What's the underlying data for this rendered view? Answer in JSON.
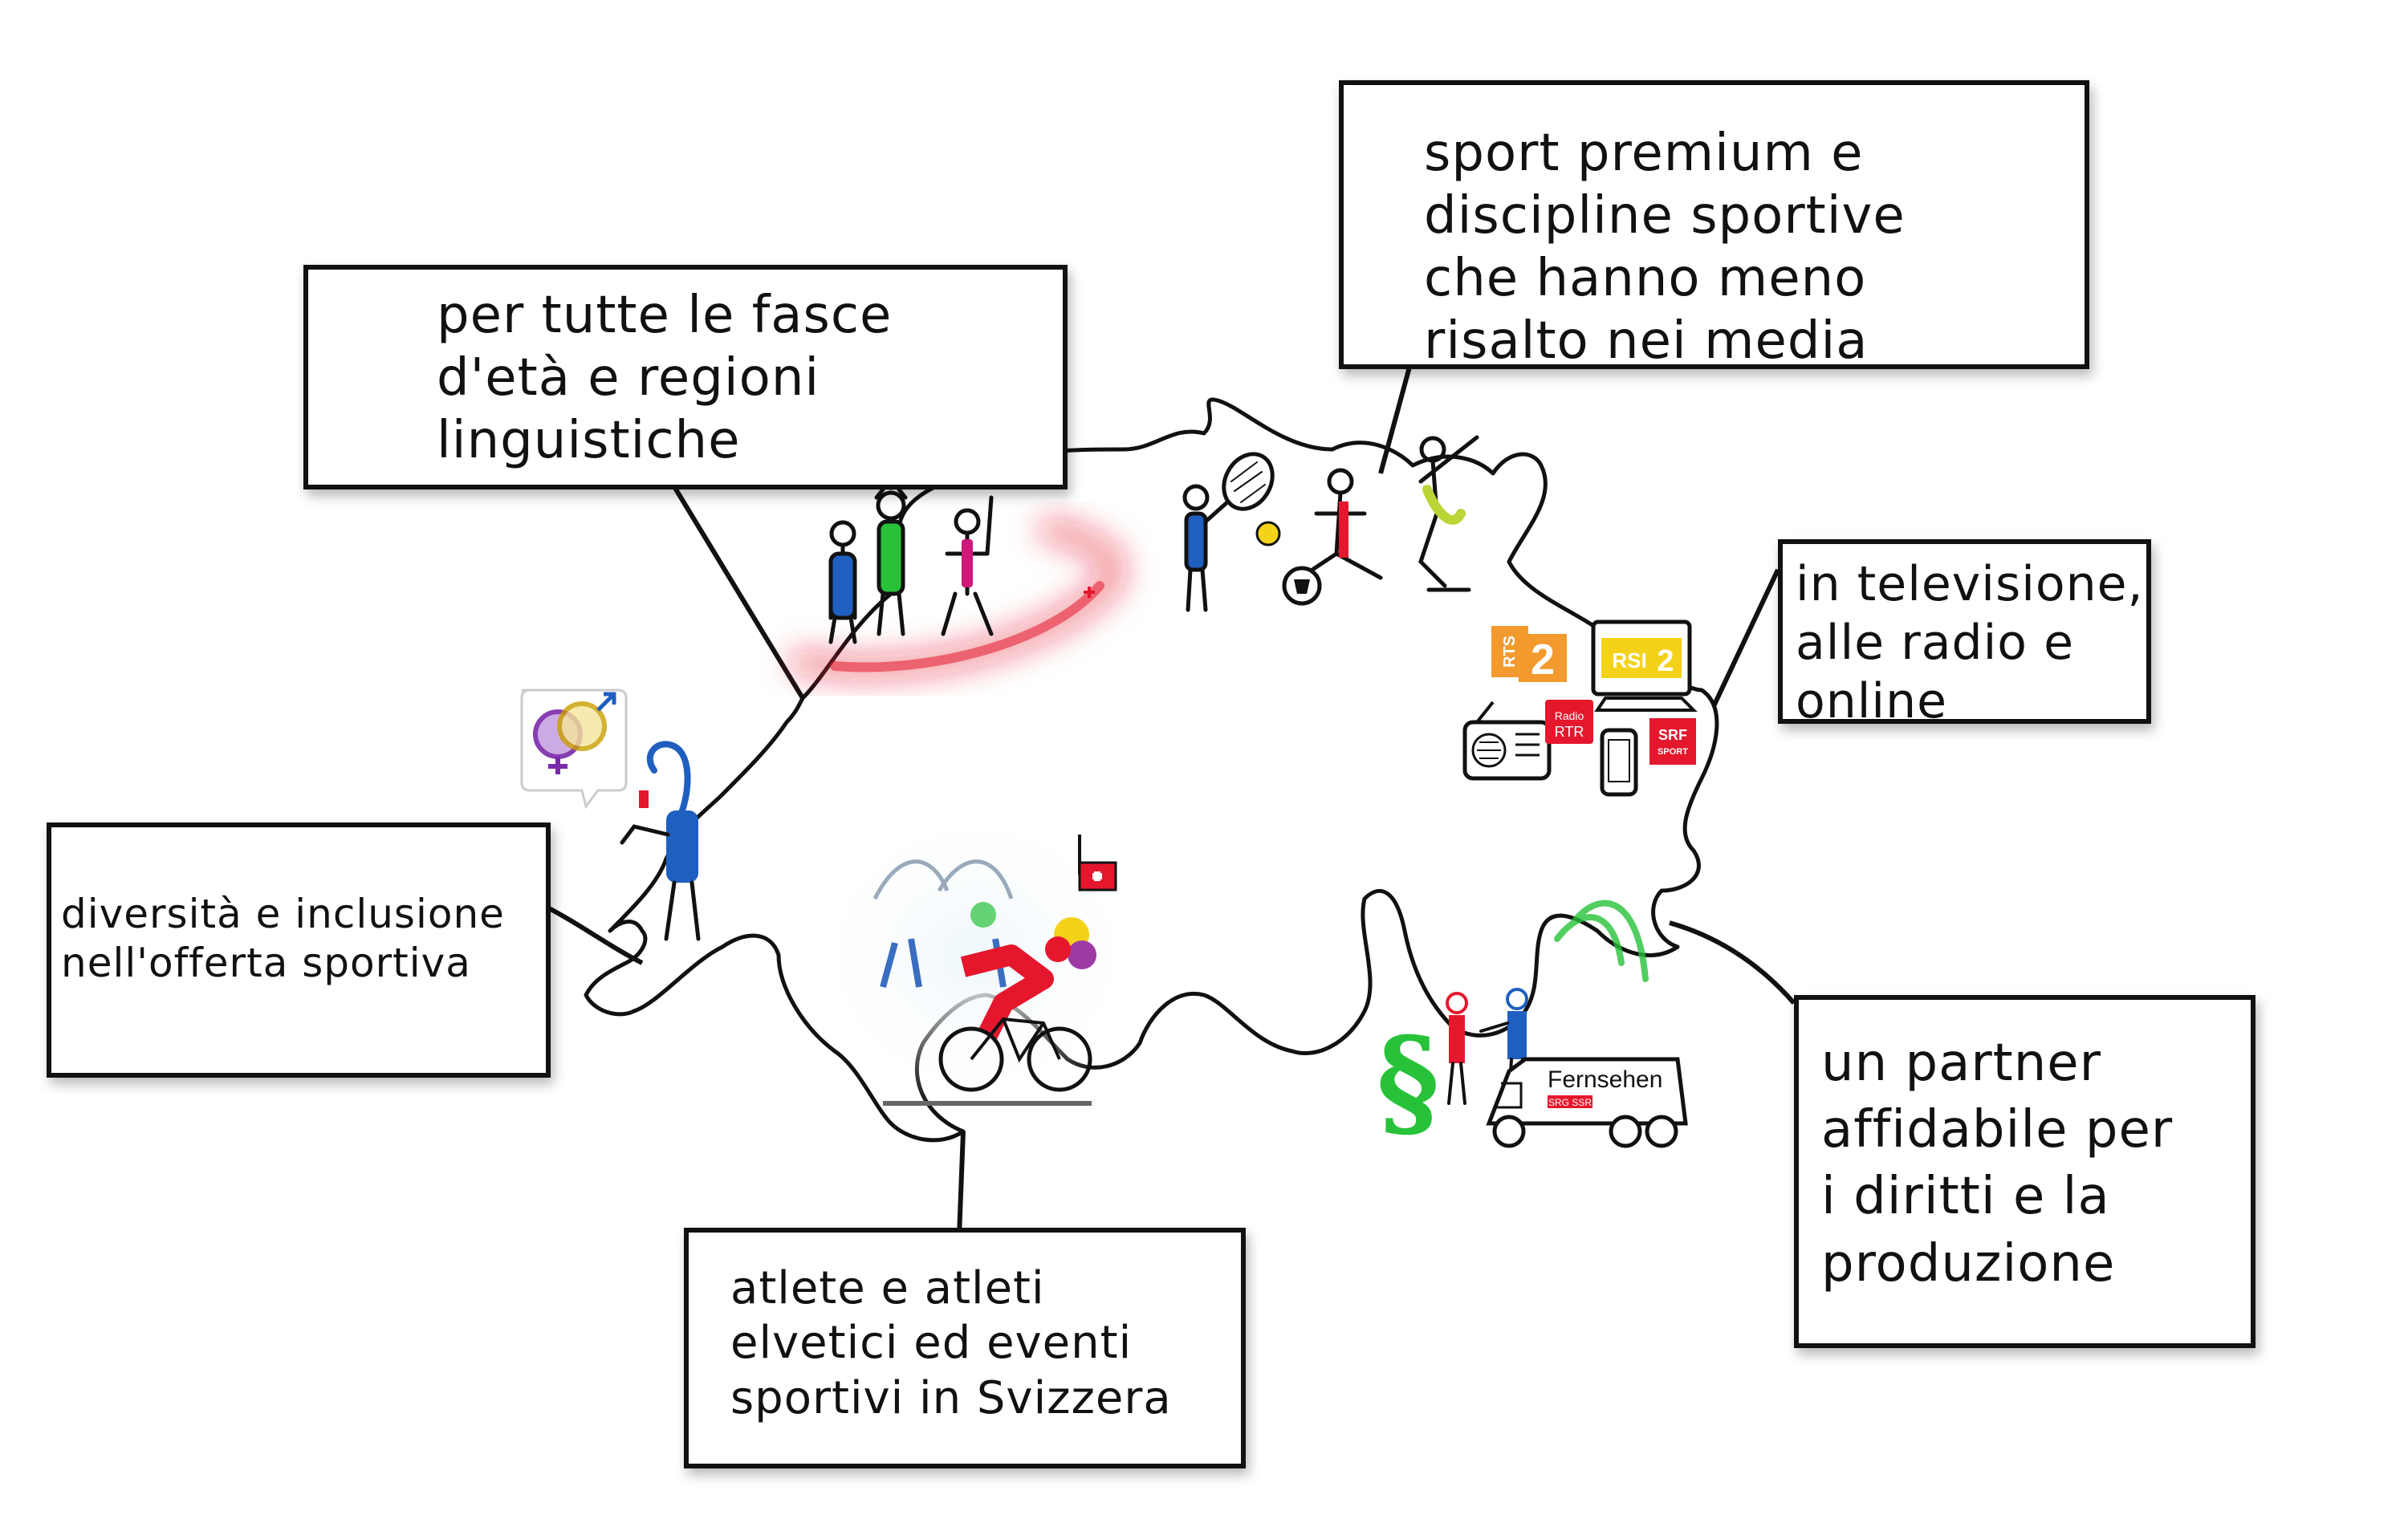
{
  "boxes": {
    "age_regions": [
      "per tutte le fasce",
      "d'età e regioni",
      "linguistiche"
    ],
    "premium": [
      "sport premium e",
      "discipline sportive",
      "che hanno meno",
      "risalto nei media"
    ],
    "media": [
      "in televisione,",
      "alle radio e",
      "online"
    ],
    "diversity": [
      "diversità e inclusione",
      "nell'offerta sportiva"
    ],
    "athletes": [
      "atlete e atleti",
      "elvetici ed eventi",
      "sportivi in Svizzera"
    ],
    "partner": [
      "un partner",
      "affidabile per",
      "i diritti e la",
      "produzione"
    ]
  },
  "logos": {
    "rts": "RTS",
    "rts_num": "2",
    "rsi": "RSI",
    "rsi_num": "2",
    "radio_rtr_1": "Radio",
    "radio_rtr_2": "RTR",
    "srf_1": "SRF",
    "srf_2": "SPORT",
    "truck": "Fernsehen",
    "truck_sub": "SRG SSR"
  },
  "colors": {
    "ink": "#111111",
    "blue": "#1f5fbf",
    "green": "#27c23a",
    "red": "#e5172d",
    "magenta": "#d0187a",
    "orange": "#f29a2e",
    "yellow": "#f4d21a",
    "lime": "#b9d636"
  }
}
